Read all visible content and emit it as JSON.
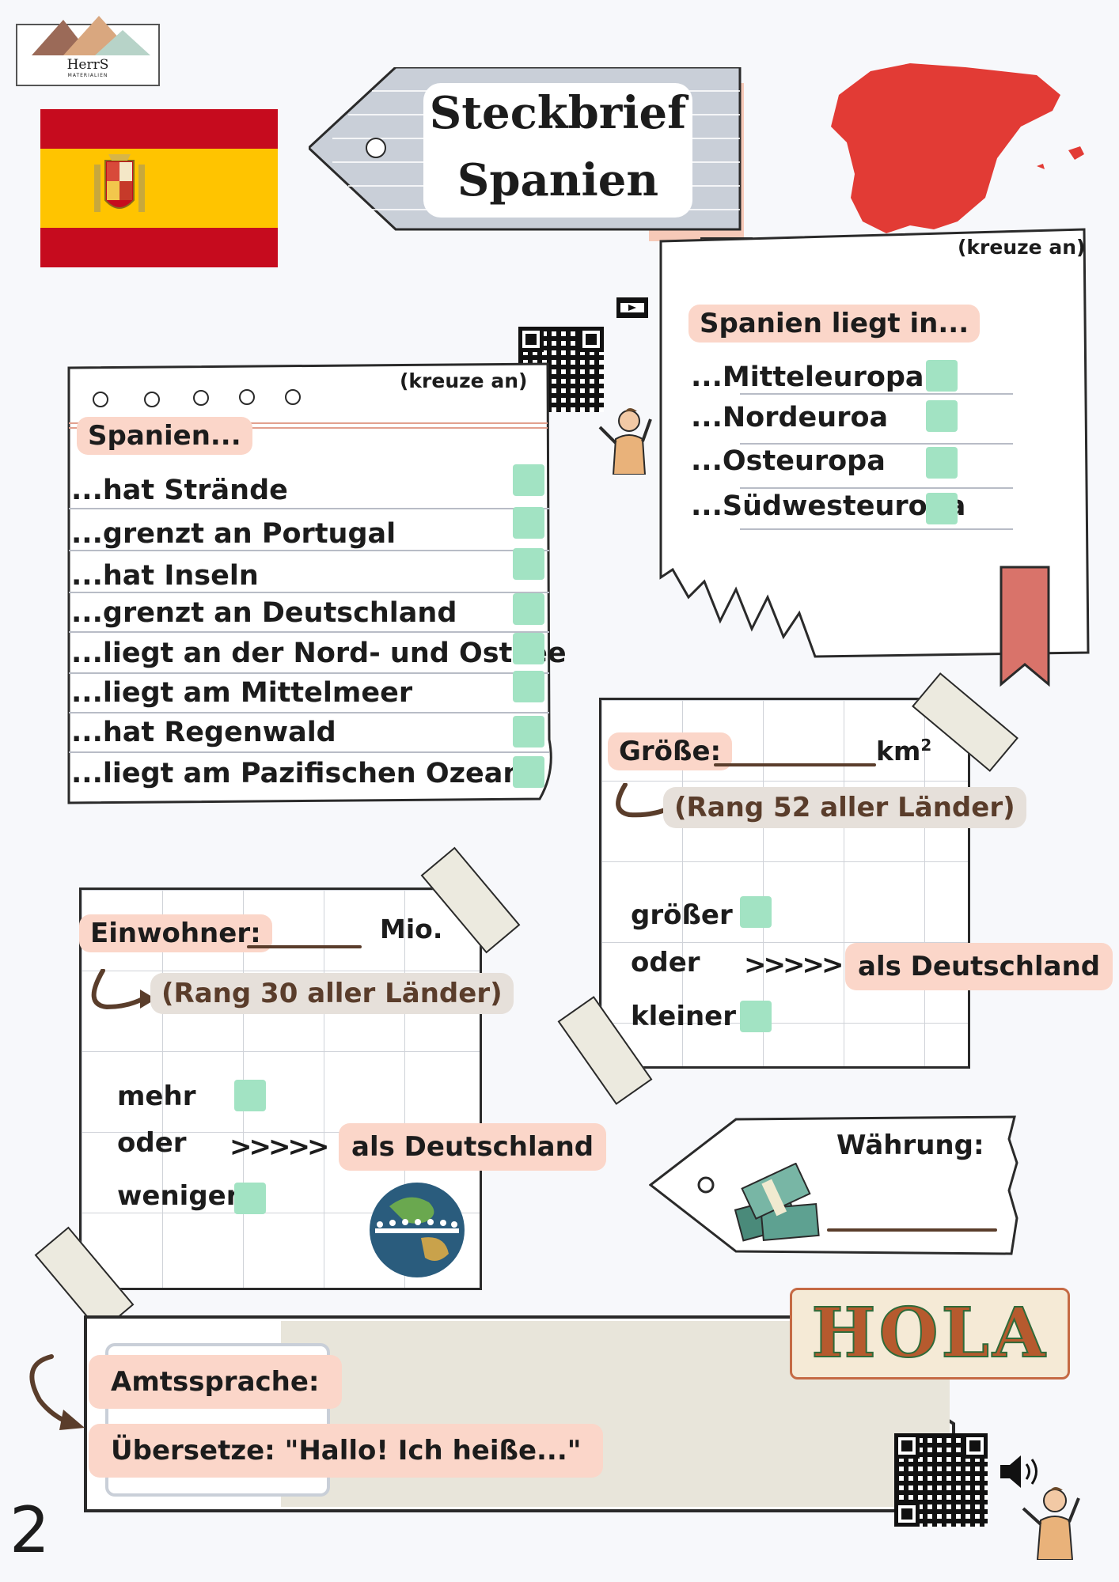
{
  "brand": {
    "logo_text": "HerrS",
    "logo_sub": "MATERIALIEN"
  },
  "title": {
    "line1": "Steckbrief",
    "line2": "Spanien"
  },
  "colors": {
    "flag_red": "#c60b1e",
    "flag_yellow": "#ffc400",
    "map_red": "#e23b35",
    "check_green": "#a2e3c3",
    "highlight": "#fbd6c9"
  },
  "location_box": {
    "hint": "(kreuze an)",
    "heading": "Spanien liegt in...",
    "options": [
      "...Mitteleuropa",
      "...Nordeuroa",
      "...Osteuropa",
      "...Südwesteuropa"
    ]
  },
  "facts_box": {
    "hint": "(kreuze an)",
    "heading": "Spanien...",
    "options": [
      "...hat Strände",
      "...grenzt an Portugal",
      "...hat Inseln",
      "...grenzt an Deutschland",
      "...liegt an der Nord- und Ostsee",
      "...liegt am Mittelmeer",
      "...hat Regenwald",
      "...liegt am Pazifischen Ozean"
    ]
  },
  "size_box": {
    "label": "Größe:",
    "unit": "km",
    "unit_sup": "2",
    "rank": "(Rang 52 aller Länder)",
    "more": "größer",
    "or": "oder",
    "less": "kleiner",
    "arrows": ">>>>>",
    "compare": "als Deutschland"
  },
  "population_box": {
    "label": "Einwohner:",
    "unit": "Mio.",
    "rank": "(Rang 30 aller Länder)",
    "more": "mehr",
    "or": "oder",
    "less": "weniger",
    "arrows": ">>>>>",
    "compare": "als Deutschland"
  },
  "currency": {
    "label": "Währung:"
  },
  "language_box": {
    "label": "Amtssprache:",
    "translate": "Übersetze: \"Hallo! Ich heiße...\""
  },
  "hola": "HOLA",
  "page_number": "2",
  "icons": [
    "film-icon",
    "qr-code-icon",
    "speaker-icon",
    "money-icon",
    "globe-icon",
    "person-icon"
  ]
}
